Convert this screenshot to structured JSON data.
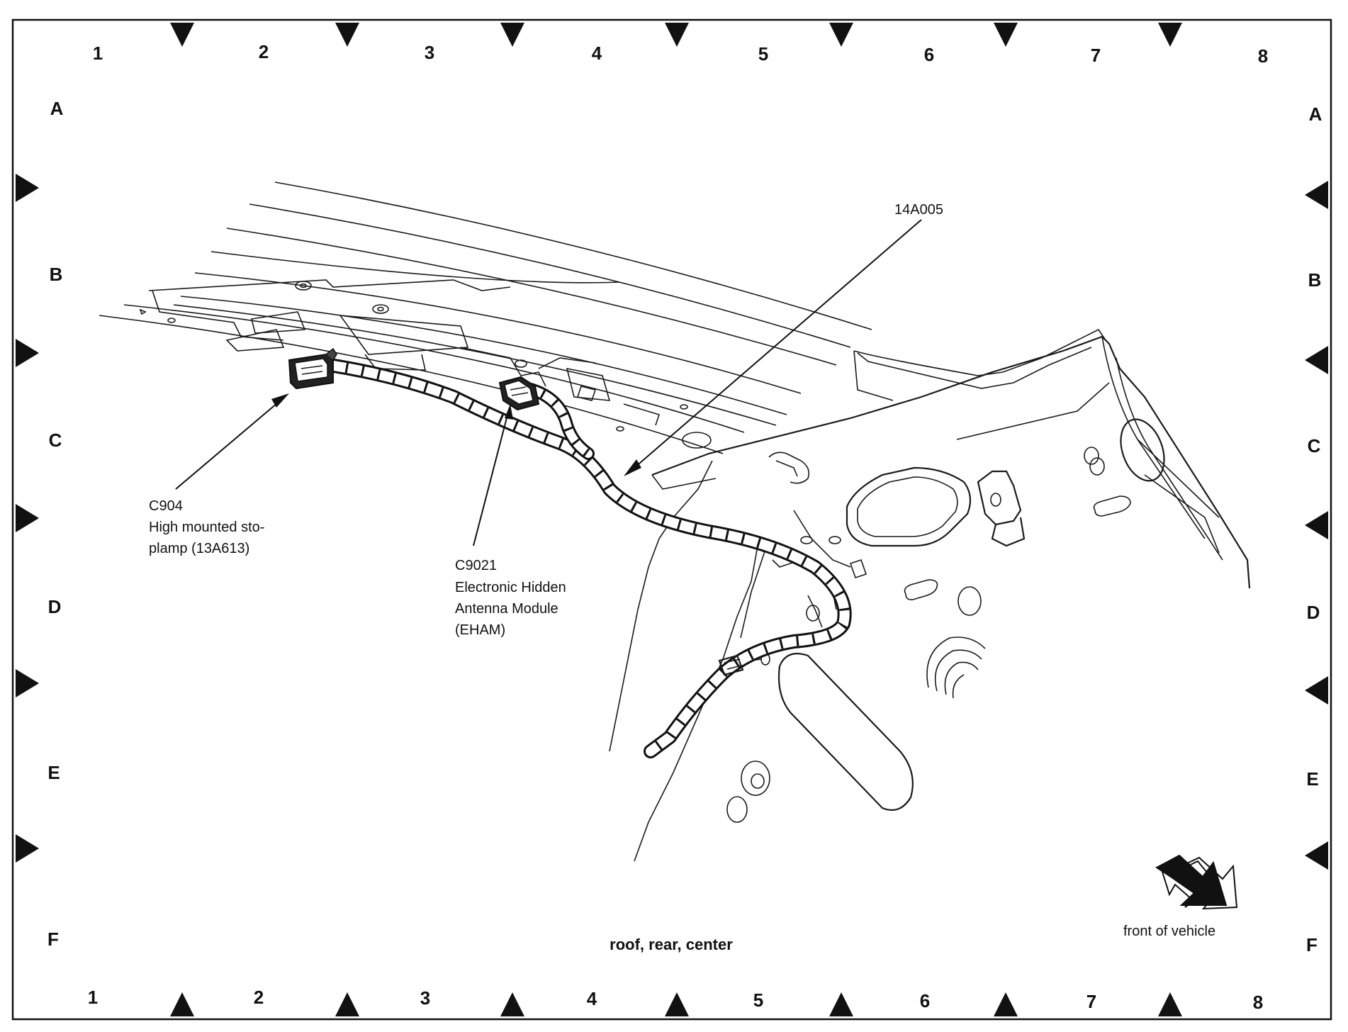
{
  "grid": {
    "columns": [
      "1",
      "2",
      "3",
      "4",
      "5",
      "6",
      "7",
      "8"
    ],
    "rows": [
      "A",
      "B",
      "C",
      "D",
      "E",
      "F"
    ]
  },
  "callouts": {
    "harness": {
      "id": "14A005"
    },
    "c904": {
      "id": "C904",
      "line1": "High mounted sto-",
      "line2": "plamp (13A613)"
    },
    "c9021": {
      "id": "C9021",
      "line1": "Electronic Hidden",
      "line2": "Antenna Module",
      "line3": "(EHAM)"
    }
  },
  "caption": {
    "location": "roof, rear, center",
    "orientation": "front of vehicle"
  },
  "icons": {
    "orientation_arrow": "front-of-vehicle-arrow-icon",
    "connector_c904": "connector-icon",
    "connector_c9021": "connector-icon"
  },
  "colors": {
    "ink": "#111111",
    "paper": "#ffffff"
  }
}
